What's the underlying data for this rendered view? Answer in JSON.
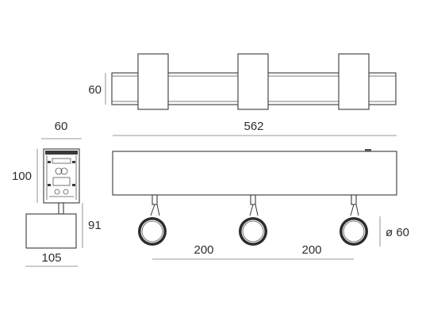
{
  "drawing": {
    "top_view": {
      "height_label": "60",
      "clips": 3
    },
    "front_view": {
      "length_label": "562",
      "spacing_labels": [
        "200",
        "200"
      ],
      "diameter_label": "ø 60",
      "spots": 3
    },
    "side_view": {
      "width_label": "60",
      "height_label": "100",
      "head_height_label": "91",
      "head_width_label": "105"
    }
  }
}
